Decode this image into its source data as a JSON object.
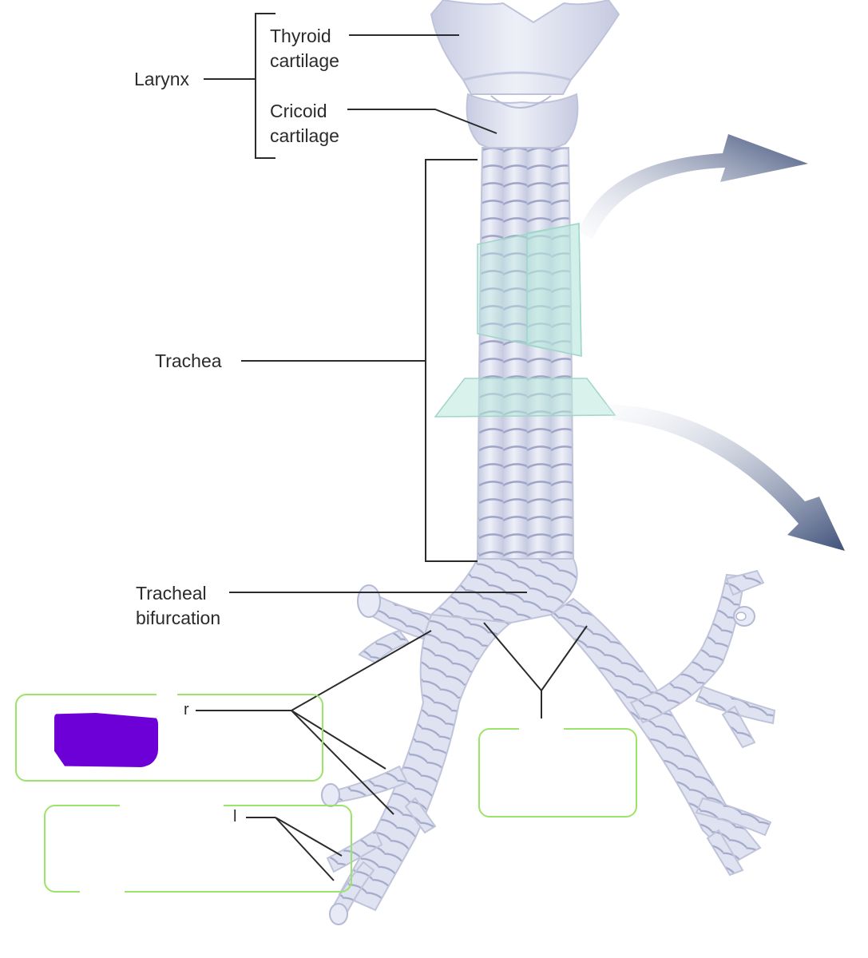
{
  "labels": {
    "larynx": "Larynx",
    "thyroid": "Thyroid\ncartilage",
    "cricoid": "Cricoid\ncartilage",
    "trachea": "Trachea",
    "bifurcation": "Tracheal\nbifurcation",
    "frag_r": "r",
    "frag_l": "l"
  },
  "colors": {
    "cartilage": "#e4e6f3",
    "cartilage_shade": "#c3c7de",
    "ring_line": "#9fa5c6",
    "leader": "#2b2b2b",
    "plane": "#b9e7dd",
    "arrow": "#4b5d86",
    "box_border": "#9be36a",
    "mark": "#6c00d6"
  }
}
